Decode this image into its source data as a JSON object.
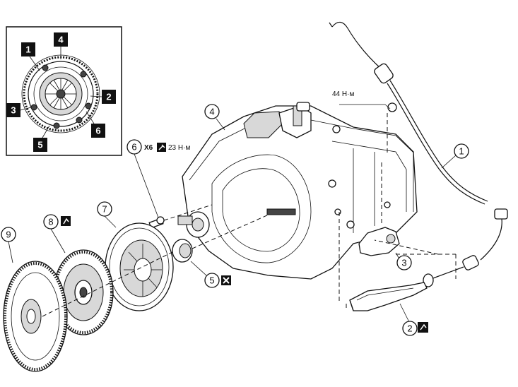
{
  "callouts": {
    "c1": "1",
    "c2": "2",
    "c3": "3",
    "c4": "4",
    "c5": "5",
    "c6": "6",
    "c7": "7",
    "c8": "8",
    "c9": "9"
  },
  "inset": {
    "markers": {
      "m1": "1",
      "m2": "2",
      "m3": "3",
      "m4": "4",
      "m5": "5",
      "m6": "6"
    }
  },
  "annotations": {
    "torque_44": "44 Н·м",
    "bolt_count": "X6",
    "torque_23": "23 Н·м"
  },
  "icons": {
    "replace_icon": "cross-box-icon",
    "grease_icon": "grease-icon",
    "torque_wrench_icon": "torque-wrench-icon"
  }
}
